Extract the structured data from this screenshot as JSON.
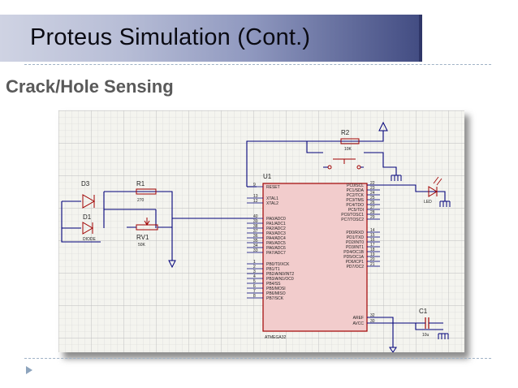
{
  "slide": {
    "title": "Proteus Simulation (Cont.)",
    "subtitle": "Crack/Hole Sensing"
  },
  "colors": {
    "title_gradient_end": "#434d83",
    "wire": "#00007a",
    "component": "#a00000",
    "chip_body": "#f2cccc",
    "grid": "#d3d3d3"
  },
  "schematic": {
    "components": {
      "d3": "D3",
      "d1": "D1",
      "d1_value": "DIODE",
      "r1": "R1",
      "r1_value": "270",
      "rv1": "RV1",
      "rv1_value": "50K",
      "r2": "R2",
      "r2_value": "10K",
      "u1": "U1",
      "u1_part": "ATMEGA32",
      "led": "LED",
      "c1": "C1",
      "c1_value": "10u"
    },
    "left_pins": [
      {
        "num": "9",
        "name": "RESET"
      },
      {
        "num": "13",
        "name": "XTAL1"
      },
      {
        "num": "12",
        "name": "XTAL2"
      },
      {
        "num": "40",
        "name": "PA0/ADC0"
      },
      {
        "num": "39",
        "name": "PA1/ADC1"
      },
      {
        "num": "38",
        "name": "PA2/ADC2"
      },
      {
        "num": "37",
        "name": "PA3/ADC3"
      },
      {
        "num": "36",
        "name": "PA4/ADC4"
      },
      {
        "num": "35",
        "name": "PA5/ADC5"
      },
      {
        "num": "34",
        "name": "PA6/ADC6"
      },
      {
        "num": "33",
        "name": "PA7/ADC7"
      },
      {
        "num": "1",
        "name": "PB0/T0/XCK"
      },
      {
        "num": "2",
        "name": "PB1/T1"
      },
      {
        "num": "3",
        "name": "PB2/AIN0/INT2"
      },
      {
        "num": "4",
        "name": "PB3/AIN1/OC0"
      },
      {
        "num": "5",
        "name": "PB4/SS"
      },
      {
        "num": "6",
        "name": "PB5/MOSI"
      },
      {
        "num": "7",
        "name": "PB6/MISO"
      },
      {
        "num": "8",
        "name": "PB7/SCK"
      }
    ],
    "right_pins": [
      {
        "num": "22",
        "name": "PC0/SCL"
      },
      {
        "num": "23",
        "name": "PC1/SDA"
      },
      {
        "num": "24",
        "name": "PC2/TCK"
      },
      {
        "num": "25",
        "name": "PC3/TMS"
      },
      {
        "num": "26",
        "name": "PC4/TDO"
      },
      {
        "num": "27",
        "name": "PC5/TDI"
      },
      {
        "num": "28",
        "name": "PC6/TOSC1"
      },
      {
        "num": "29",
        "name": "PC7/TOSC2"
      },
      {
        "num": "14",
        "name": "PD0/RXD"
      },
      {
        "num": "15",
        "name": "PD1/TXD"
      },
      {
        "num": "16",
        "name": "PD2/INT0"
      },
      {
        "num": "17",
        "name": "PD3/INT1"
      },
      {
        "num": "18",
        "name": "PD4/OC1B"
      },
      {
        "num": "19",
        "name": "PD5/OC1A"
      },
      {
        "num": "20",
        "name": "PD6/ICP1"
      },
      {
        "num": "21",
        "name": "PD7/OC2"
      },
      {
        "num": "32",
        "name": "AREF"
      },
      {
        "num": "30",
        "name": "AVCC"
      }
    ]
  }
}
